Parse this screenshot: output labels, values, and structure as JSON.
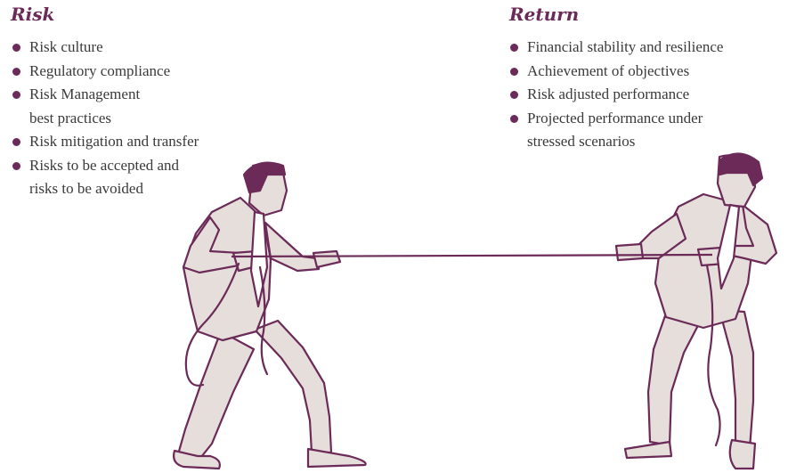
{
  "colors": {
    "accent": "#6b2a58",
    "text": "#3a3a3a",
    "figure_fill": "#e5deda",
    "figure_dark": "#6b2a58",
    "background": "#ffffff"
  },
  "risk": {
    "heading": "Risk",
    "items": [
      {
        "lines": [
          "Risk culture"
        ]
      },
      {
        "lines": [
          "Regulatory compliance"
        ]
      },
      {
        "lines": [
          "Risk Management",
          "best practices"
        ]
      },
      {
        "lines": [
          "Risk mitigation and transfer"
        ]
      },
      {
        "lines": [
          "Risks to be accepted and",
          "risks to be avoided"
        ]
      }
    ]
  },
  "return": {
    "heading": "Return",
    "items": [
      {
        "lines": [
          "Financial stability and resilience"
        ]
      },
      {
        "lines": [
          "Achievement of objectives"
        ]
      },
      {
        "lines": [
          "Risk adjusted performance"
        ]
      },
      {
        "lines": [
          "Projected performance under",
          "stressed scenarios"
        ]
      }
    ]
  },
  "illustration": {
    "icon": "tug-of-war-illustration",
    "figures": [
      "businessman-left-icon",
      "businessman-right-icon",
      "rope-icon"
    ]
  }
}
